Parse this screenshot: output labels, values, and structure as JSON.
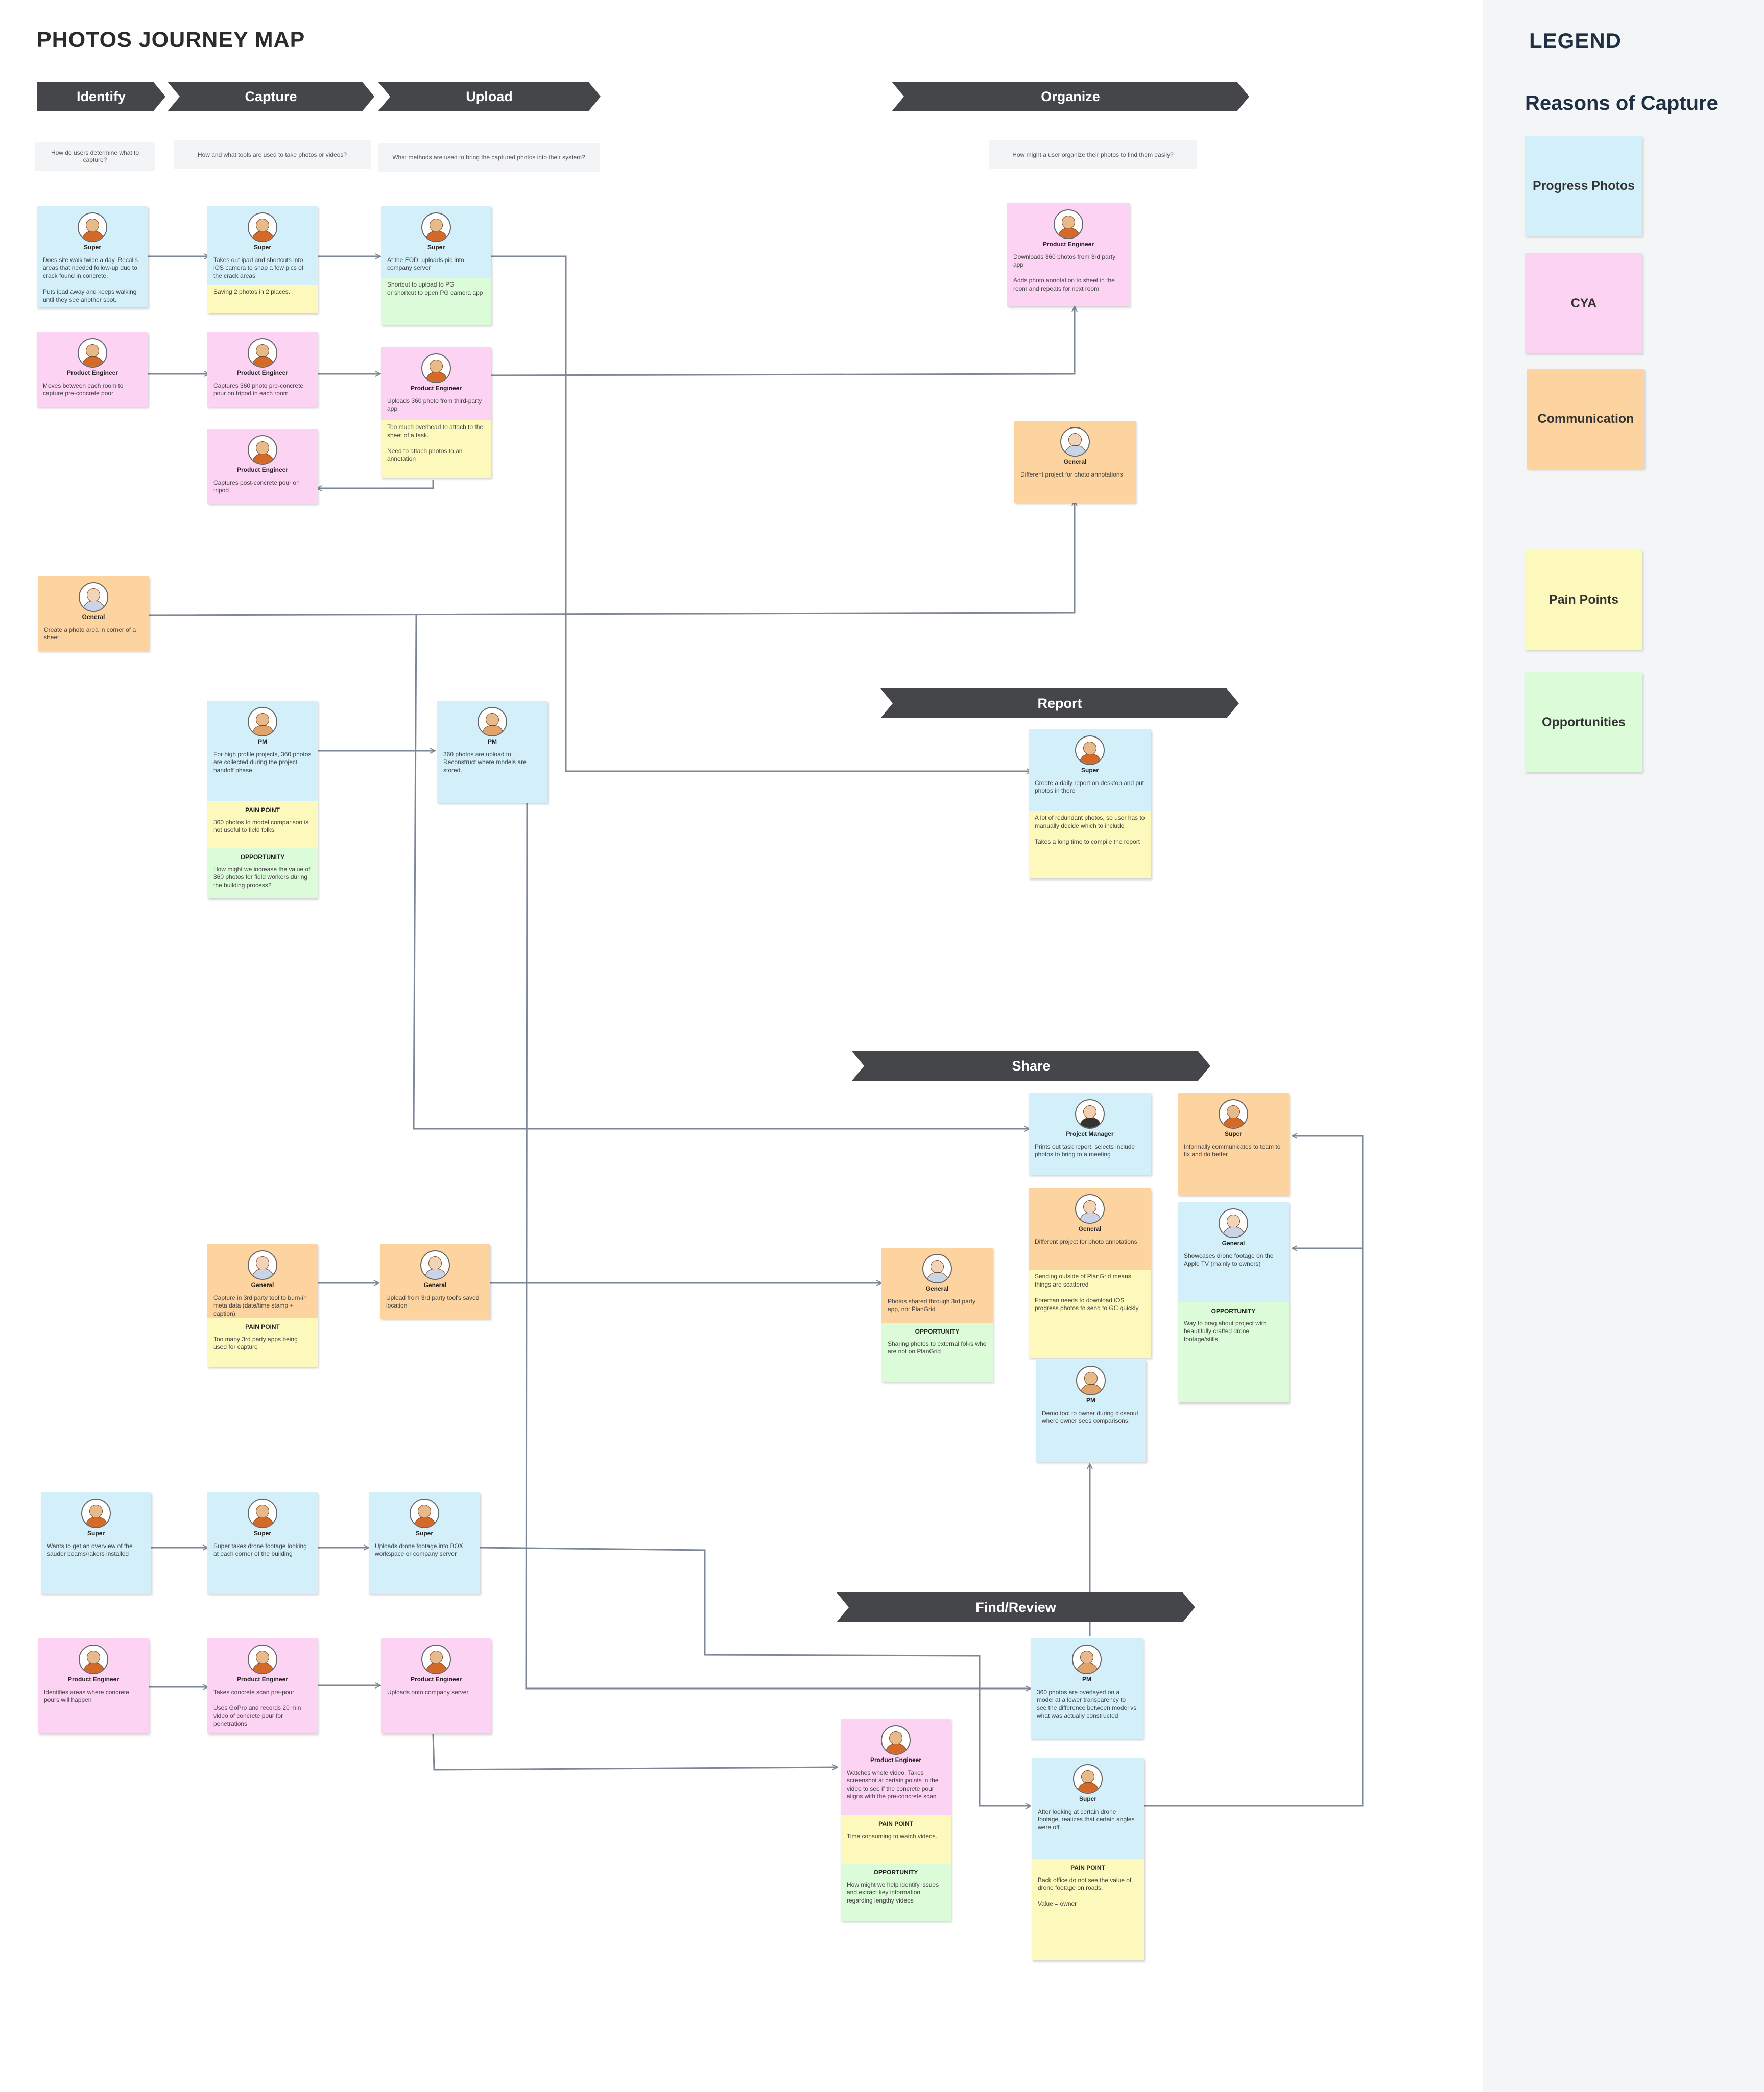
{
  "title": "PHOTOS JOURNEY MAP",
  "phases": [
    {
      "id": "identify",
      "label": "Identify"
    },
    {
      "id": "capture",
      "label": "Capture"
    },
    {
      "id": "upload",
      "label": "Upload"
    },
    {
      "id": "organize",
      "label": "Organize"
    },
    {
      "id": "report",
      "label": "Report"
    },
    {
      "id": "share",
      "label": "Share"
    },
    {
      "id": "find",
      "label": "Find/Review"
    }
  ],
  "questions": [
    {
      "id": "q-identify",
      "text": "How do users determine what to capture?"
    },
    {
      "id": "q-capture",
      "text": "How and what tools are used to take photos or videos?"
    },
    {
      "id": "q-upload",
      "text": "What methods are used to bring the captured photos into their system?"
    },
    {
      "id": "q-organize",
      "text": "How might a user organize their photos to find them easily?"
    }
  ],
  "legend": {
    "title": "LEGEND",
    "subtitle": "Reasons of Capture",
    "items": [
      {
        "label": "Progress Photos",
        "color": "#d3f0fa"
      },
      {
        "label": "CYA",
        "color": "#fdd3f4"
      },
      {
        "label": "Communication",
        "color": "#fdd49f"
      },
      {
        "label": "Pain Points",
        "color": "#fdf9bd"
      },
      {
        "label": "Opportunities",
        "color": "#dcfbd9"
      }
    ]
  },
  "notes": [
    {
      "id": "n1",
      "avatar": "super",
      "segments": [
        {
          "color": "blue",
          "role": "Super",
          "text": "Does site walk twice a day. Recalls areas that needed follow-up due to crack found in concrete.\n\nPuts ipad away and keeps walking until they see another spot."
        }
      ]
    },
    {
      "id": "n2",
      "avatar": "super",
      "segments": [
        {
          "color": "blue",
          "role": "Super",
          "text": "Takes out ipad and shortcuts into iOS camera to snap a few pics of the crack areas"
        },
        {
          "color": "yellow",
          "text": "Saving 2 photos in 2 places."
        }
      ]
    },
    {
      "id": "n3",
      "avatar": "super",
      "segments": [
        {
          "color": "blue",
          "role": "Super",
          "text": "At the EOD, uploads pic into company server"
        },
        {
          "color": "green",
          "text": "Shortcut to upload to PG\nor shortcut to open PG camera app"
        }
      ]
    },
    {
      "id": "n4",
      "avatar": "pe",
      "segments": [
        {
          "color": "pink",
          "role": "Product Engineer",
          "text": "Moves between each room to capture pre-concrete pour"
        }
      ]
    },
    {
      "id": "n5",
      "avatar": "pe",
      "segments": [
        {
          "color": "pink",
          "role": "Product Engineer",
          "text": "Captures 360 photo pre-concrete pour on tripod in each room"
        }
      ]
    },
    {
      "id": "n6",
      "avatar": "pe",
      "segments": [
        {
          "color": "pink",
          "role": "Product Engineer",
          "text": "Uploads 360 photo from third-party app"
        },
        {
          "color": "yellow",
          "text": "Too much overhead to attach to the sheet of a task.\n\nNeed to attach photos to an annotation"
        }
      ]
    },
    {
      "id": "n7",
      "avatar": "pe",
      "segments": [
        {
          "color": "pink",
          "role": "Product Engineer",
          "text": "Captures post-concrete pour on tripod"
        }
      ]
    },
    {
      "id": "n8",
      "avatar": "pe",
      "segments": [
        {
          "color": "pink",
          "role": "Product Engineer",
          "text": "Downloads 360 photos from 3rd party app\n\nAdds photo annotation to sheet in the room and repeats for next room"
        }
      ]
    },
    {
      "id": "n9",
      "avatar": "general",
      "segments": [
        {
          "color": "orange",
          "role": "General",
          "text": "Different project for photo annotations"
        }
      ]
    },
    {
      "id": "n10",
      "avatar": "general",
      "segments": [
        {
          "color": "orange",
          "role": "General",
          "text": "Create a photo area in corner of a sheet"
        }
      ]
    },
    {
      "id": "n11",
      "avatar": "pm",
      "segments": [
        {
          "color": "blue",
          "role": "PM",
          "text": "For high profile projects, 360 photos are collected during the project handoff phase."
        },
        {
          "color": "yellow",
          "title": "PAIN POINT",
          "text": "360 photos to model comparison is not useful to field folks."
        },
        {
          "color": "green",
          "title": "OPPORTUNITY",
          "text": "How might we increase the value of 360 photos for field workers during the building process?"
        }
      ]
    },
    {
      "id": "n12",
      "avatar": "pm",
      "segments": [
        {
          "color": "blue",
          "role": "PM",
          "text": "360 photos are upload to Reconstruct where models are stored."
        }
      ]
    },
    {
      "id": "n13",
      "avatar": "super",
      "segments": [
        {
          "color": "blue",
          "role": "Super",
          "text": "Create a daily report on desktop and put photos in there"
        },
        {
          "color": "yellow",
          "text": "A lot of redundant photos, so user has to manually decide which to include\n\nTakes a long time to compile the report"
        }
      ]
    },
    {
      "id": "n14",
      "avatar": "mgr",
      "segments": [
        {
          "color": "blue",
          "role": "Project Manager",
          "text": "Prints out task report, selects include photos to bring to a meeting"
        }
      ]
    },
    {
      "id": "n15",
      "avatar": "super",
      "segments": [
        {
          "color": "orange",
          "role": "Super",
          "text": "Informally communicates to team to fix and do better"
        }
      ]
    },
    {
      "id": "n16",
      "avatar": "general",
      "segments": [
        {
          "color": "orange",
          "role": "General",
          "text": "Different project for photo annotations"
        },
        {
          "color": "yellow",
          "text": "Sending outside of PlanGrid means things are scattered\n\nForeman needs to download iOS progress photos to send to GC quickly"
        }
      ]
    },
    {
      "id": "n17",
      "avatar": "general",
      "segments": [
        {
          "color": "blue",
          "role": "General",
          "text": "Showcases drone footage on the Apple TV (mainly to owners)"
        },
        {
          "color": "green",
          "title": "OPPORTUNITY",
          "text": "Way to brag about project with beautifully crafted drone footage/stills"
        }
      ]
    },
    {
      "id": "n18",
      "avatar": "general",
      "segments": [
        {
          "color": "orange",
          "role": "General",
          "text": "Capture in 3rd party tool to burn-in meta data (date/time stamp + caption)"
        },
        {
          "color": "yellow",
          "title": "PAIN POINT",
          "text": "Too many 3rd party apps being used for capture"
        }
      ]
    },
    {
      "id": "n19",
      "avatar": "general",
      "segments": [
        {
          "color": "orange",
          "role": "General",
          "text": "Upload from 3rd party tool's saved location"
        }
      ]
    },
    {
      "id": "n20",
      "avatar": "general",
      "segments": [
        {
          "color": "orange",
          "role": "General",
          "text": "Photos shared through 3rd party app, not PlanGrid"
        },
        {
          "color": "green",
          "title": "OPPORTUNITY",
          "text": "Sharing photos to external folks who are not on PlanGrid"
        }
      ]
    },
    {
      "id": "n21",
      "avatar": "pm",
      "segments": [
        {
          "color": "blue",
          "role": "PM",
          "text": "Demo tool to owner during closeout where owner sees comparisons."
        }
      ]
    },
    {
      "id": "n22",
      "avatar": "super",
      "segments": [
        {
          "color": "blue",
          "role": "Super",
          "text": "Wants to get an overview of the sauder beams/rakers installed"
        }
      ]
    },
    {
      "id": "n23",
      "avatar": "super",
      "segments": [
        {
          "color": "blue",
          "role": "Super",
          "text": "Super takes drone footage looking at each corner of the building"
        }
      ]
    },
    {
      "id": "n24",
      "avatar": "super",
      "segments": [
        {
          "color": "blue",
          "role": "Super",
          "text": "Uploads drone footage into BOX workspace or company server"
        }
      ]
    },
    {
      "id": "n25",
      "avatar": "pe",
      "segments": [
        {
          "color": "pink",
          "role": "Product Engineer",
          "text": "Identifies areas where concrete pours will happen"
        }
      ]
    },
    {
      "id": "n26",
      "avatar": "pe",
      "segments": [
        {
          "color": "pink",
          "role": "Product Engineer",
          "text": "Takes concrete scan pre-pour\n\nUses GoPro and records 20 min video of concrete pour for penetrations"
        }
      ]
    },
    {
      "id": "n27",
      "avatar": "pe",
      "segments": [
        {
          "color": "pink",
          "role": "Product Engineer",
          "text": "Uploads onto company server"
        }
      ]
    },
    {
      "id": "n28",
      "avatar": "pm",
      "segments": [
        {
          "color": "blue",
          "role": "PM",
          "text": "360 photos are overlayed on a model at a lower transparency to see the difference between model vs what was actually constructed"
        }
      ]
    },
    {
      "id": "n29",
      "avatar": "pe",
      "segments": [
        {
          "color": "pink",
          "role": "Product Engineer",
          "text": "Watches whole video. Takes screenshot at certain points in the video to see if the concrete pour aligns with the pre-concrete scan"
        },
        {
          "color": "yellow",
          "title": "PAIN POINT",
          "text": "Time consuming to watch videos."
        },
        {
          "color": "green",
          "title": "OPPORTUNITY",
          "text": "How might we help identify issues and extract key information regarding lengthy videos"
        }
      ]
    },
    {
      "id": "n30",
      "avatar": "super",
      "segments": [
        {
          "color": "blue",
          "role": "Super",
          "text": "After looking at certain drone footage, realizes that certain angles were off."
        },
        {
          "color": "yellow",
          "title": "PAIN POINT",
          "text": "Back office do not see the value of drone footage on roads.\n\nValue = owner"
        }
      ]
    }
  ]
}
